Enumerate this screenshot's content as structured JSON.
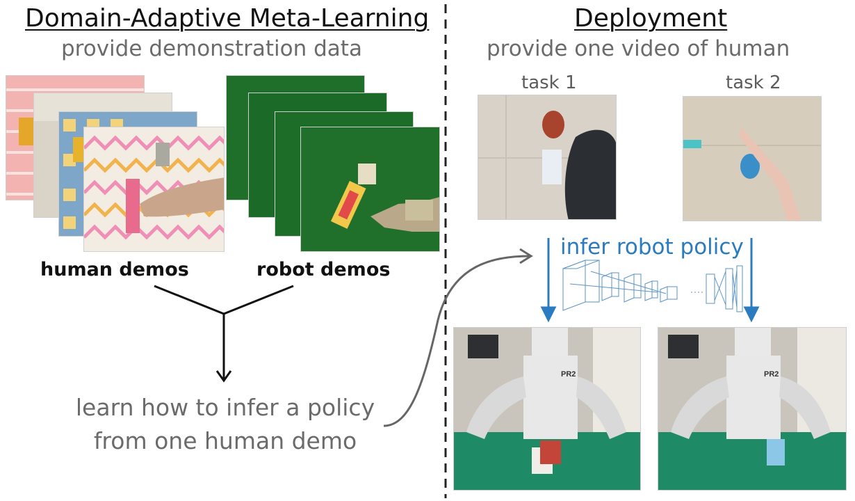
{
  "left": {
    "title": "Domain-Adaptive Meta-Learning",
    "subtitle": "provide demonstration data",
    "human_label": "human demos",
    "robot_label": "robot demos",
    "learn_line1": "learn how to infer a policy",
    "learn_line2": "from one human demo"
  },
  "right": {
    "title": "Deployment",
    "subtitle": "provide one video of human",
    "task1": "task 1",
    "task2": "task 2",
    "infer_label": "infer robot policy",
    "robot_badge": "PR2"
  },
  "colors": {
    "accent_blue": "#2a7bbf",
    "divider": "#222222",
    "gray_text": "#6b6b6b"
  }
}
